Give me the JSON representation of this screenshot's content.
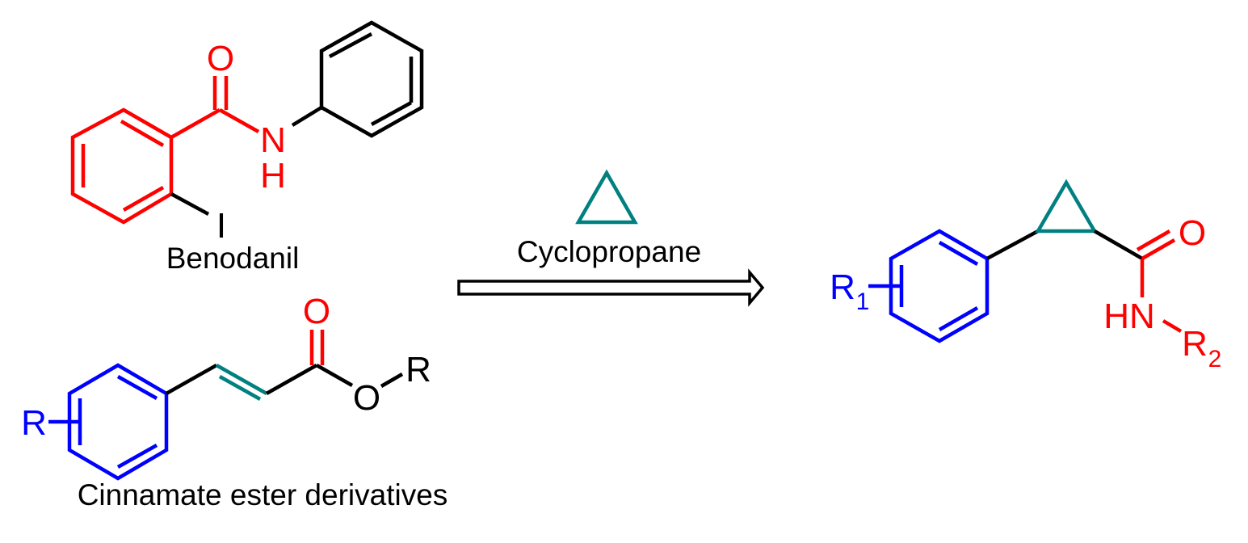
{
  "colors": {
    "scaffold": "#ff0000",
    "aryl": "#0000ff",
    "cyclopropane": "#008080",
    "neutral": "#000000"
  },
  "benodanil": {
    "caption": "Benodanil",
    "atoms": {
      "oxygen": "O",
      "nitrogen": "N",
      "hydrogen": "H",
      "iodine": "I"
    }
  },
  "cinnamate": {
    "caption": "Cinnamate ester derivatives",
    "atoms": {
      "oxygen_carbonyl": "O",
      "oxygen_ester": "O",
      "r_ester": "R",
      "r_ring": "R"
    }
  },
  "reagent": {
    "label": "Cyclopropane",
    "icon": "cyclopropane-triangle"
  },
  "arrow": {
    "icon": "open-arrow-right"
  },
  "product": {
    "atoms": {
      "r1": "R",
      "r1_sub": "1",
      "oxygen": "O",
      "hn": "HN",
      "r2": "R",
      "r2_sub": "2"
    }
  }
}
